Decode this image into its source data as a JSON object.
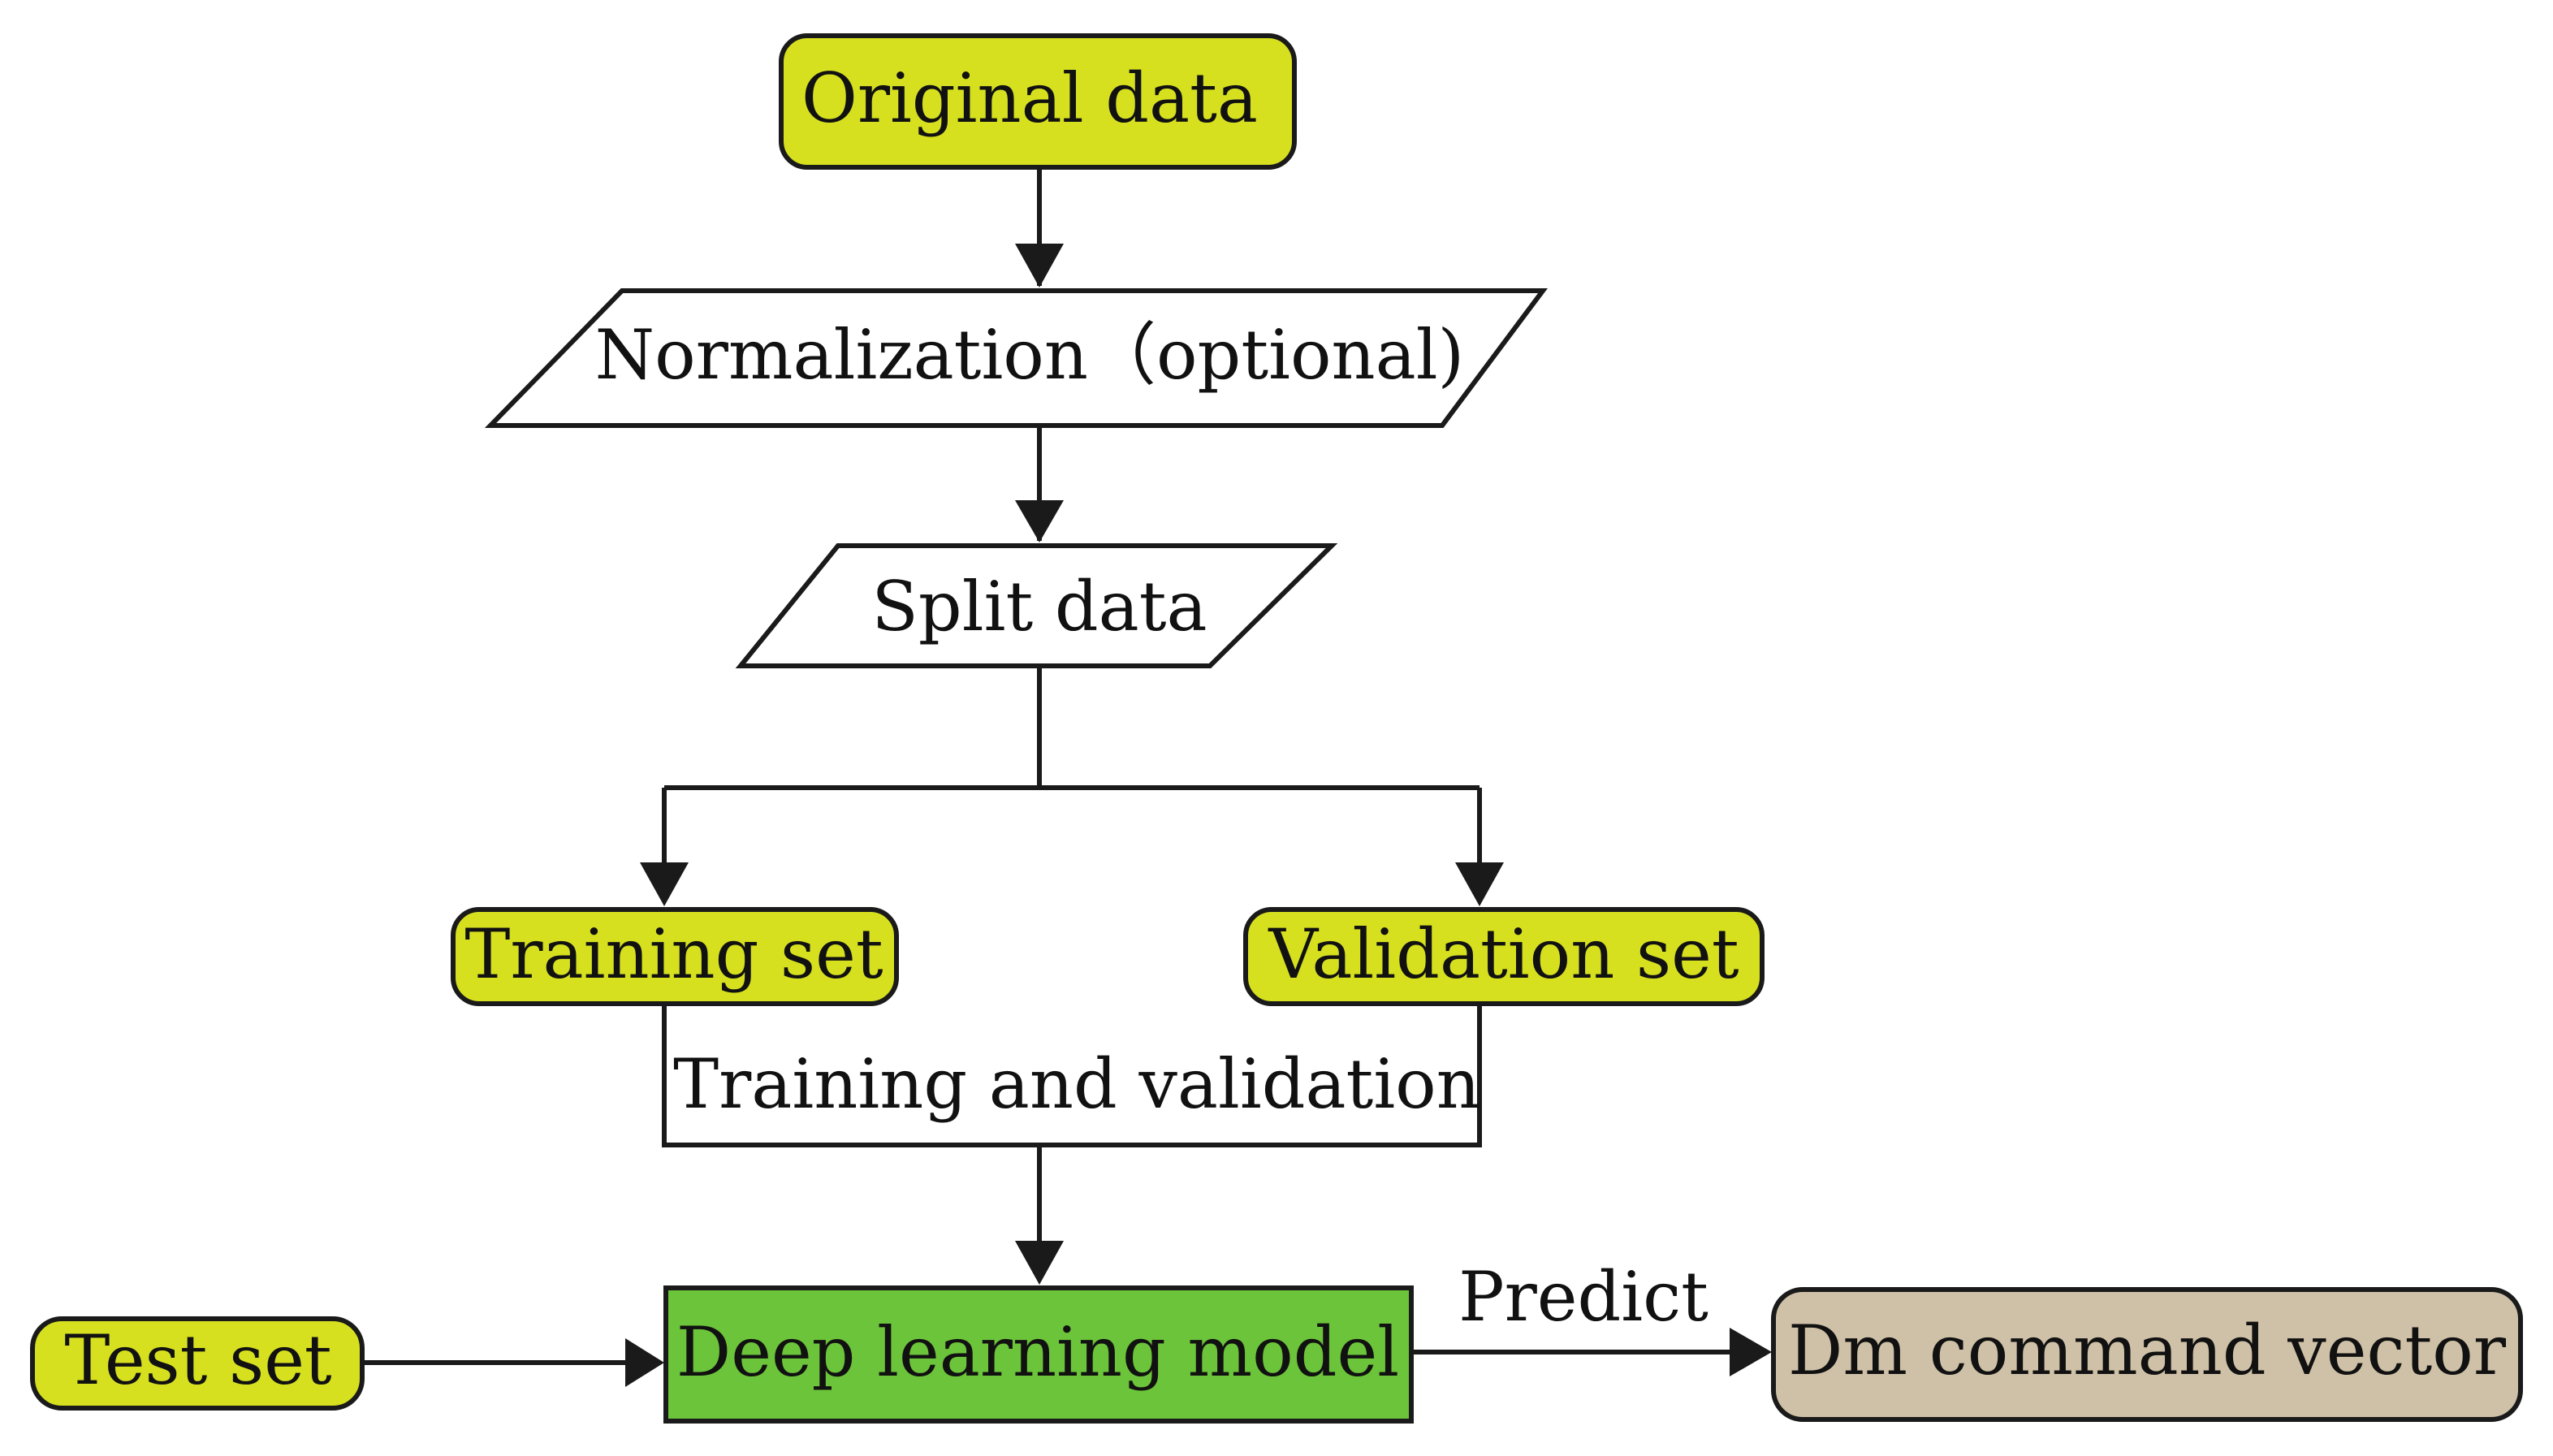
{
  "colors": {
    "terminal_fill": "#d6e01f",
    "process_fill": "#6cc43a",
    "output_fill": "#cfc1a7",
    "io_fill": "#ffffff",
    "stroke": "#1a1a1a",
    "arrow": "#1a1a1a"
  },
  "nodes": {
    "original_data": "Original data",
    "normalization": "Normalization（optional)",
    "split_data": "Split data",
    "training_set": "Training set",
    "validation_set": "Validation set",
    "training_and_validation": "Training and validation",
    "test_set": "Test set",
    "deep_learning_model": "Deep learning model",
    "dm_command_vector": "Dm command vector"
  },
  "edges": {
    "predict_label": "Predict"
  }
}
